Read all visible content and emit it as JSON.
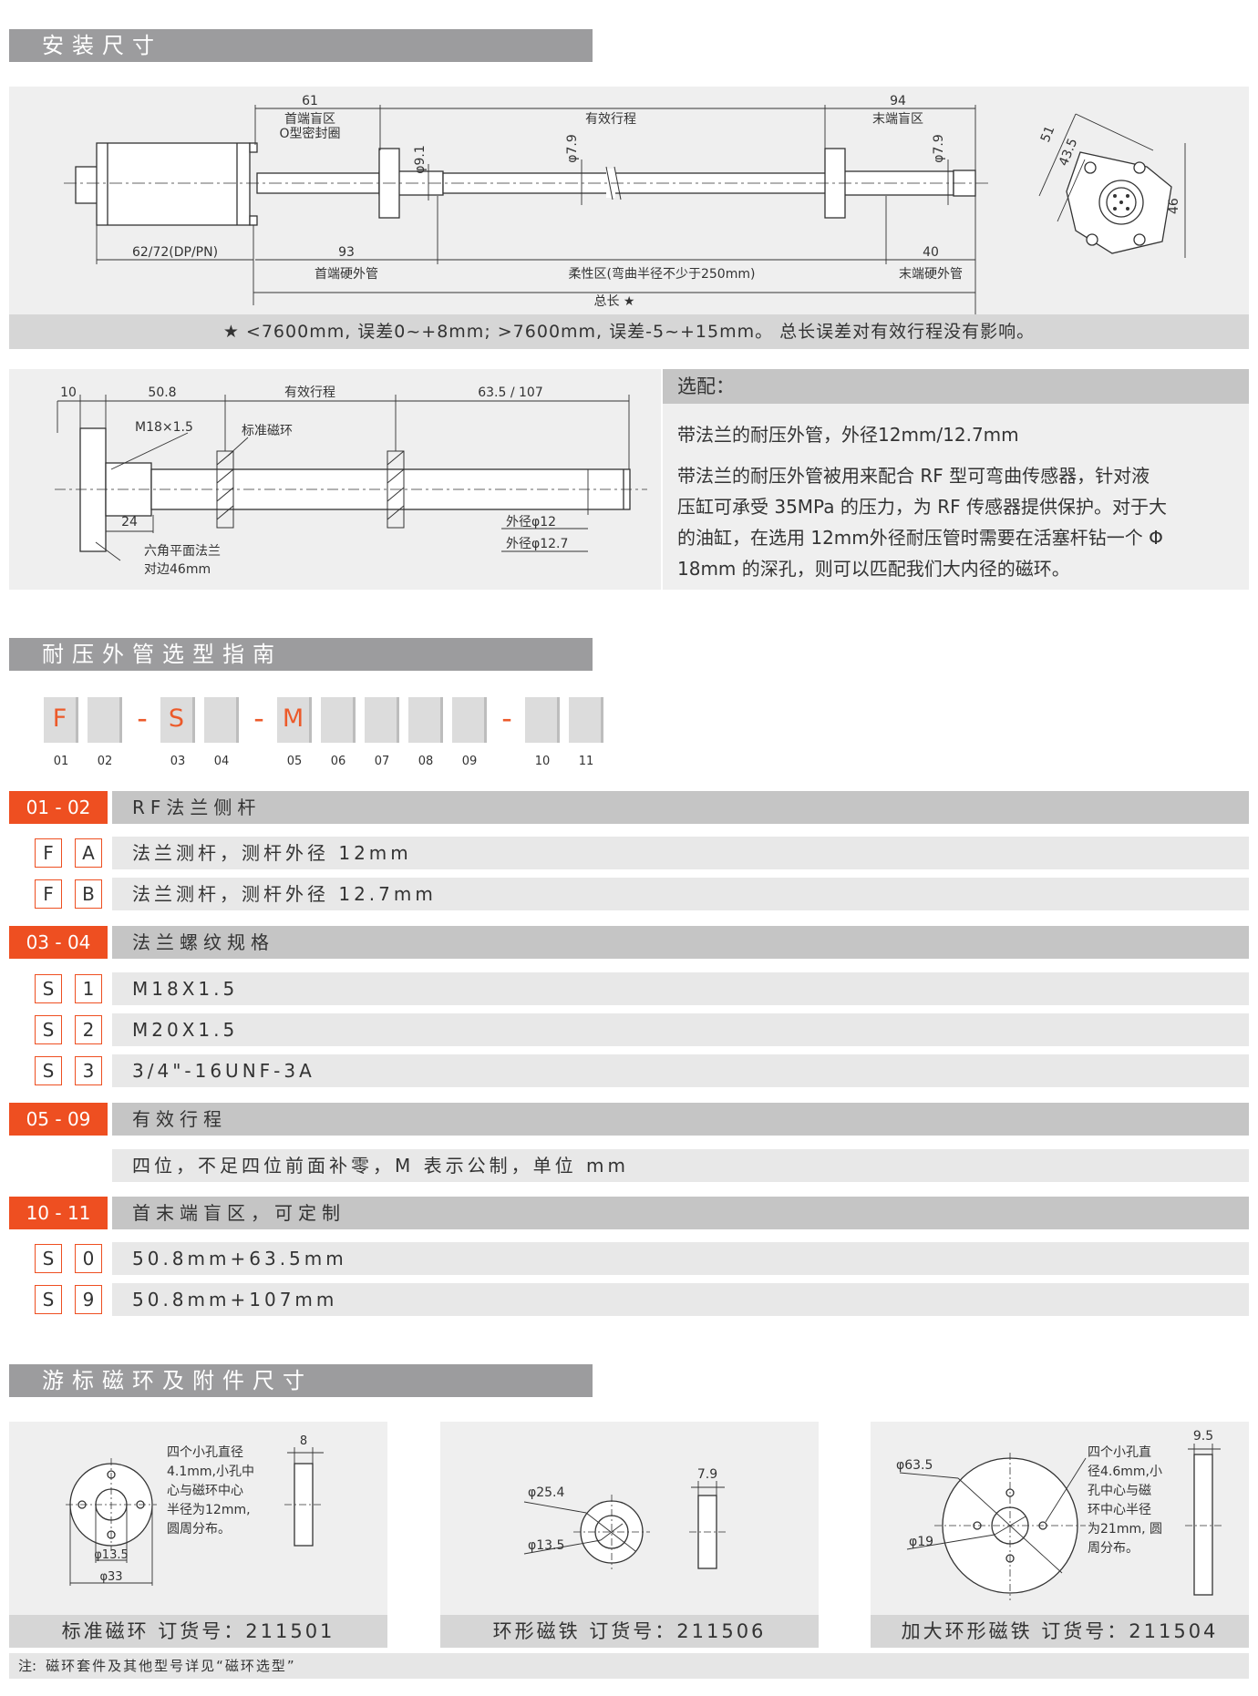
{
  "section1": {
    "title": "安装尺寸",
    "dims": {
      "d61": "61",
      "head_dead": "首端盲区",
      "oring": "O型密封圈",
      "stroke": "有效行程",
      "d94": "94",
      "tail_dead": "末端盲区",
      "phi91": "φ9.1",
      "phi79a": "φ7.9",
      "phi79b": "φ7.9",
      "d6272": "62/72(DP/PN)",
      "d93": "93",
      "head_tube": "首端硬外管",
      "flex": "柔性区(弯曲半径不少于250mm)",
      "d40": "40",
      "tail_tube": "末端硬外管",
      "total": "总长 ★",
      "d51": "51",
      "d435": "43.5",
      "d46": "46"
    },
    "note": "★ <7600mm, 误差0~+8mm; >7600mm, 误差-5~+15mm。  总长误差对有效行程没有影响。"
  },
  "section2": {
    "dims": {
      "d10": "10",
      "d508": "50.8",
      "stroke": "有效行程",
      "d635": "63.5 / 107",
      "thread": "M18×1.5",
      "magnet": "标准磁环",
      "d24": "24",
      "hex1": "六角平面法兰",
      "hex2": "对边46mm",
      "od12": "外径φ12",
      "od127": "外径φ12.7"
    },
    "option_title": "选配：",
    "option_line1": "带法兰的耐压外管，外径12mm/12.7mm",
    "option_para": [
      "带法兰的耐压外管被用来配合 RF 型可弯曲传感器，针对液",
      "压缸可承受 35MPa 的压力，为 RF 传感器提供保护。对于大",
      "的油缸，在选用 12mm外径耐压管时需要在活塞杆钻一个 Φ",
      "18mm 的深孔，则可以匹配我们大内径的磁环。"
    ]
  },
  "section3": {
    "title": "耐压外管选型指南",
    "code_boxes": [
      "F",
      "",
      "S",
      "",
      "M",
      "",
      "",
      "",
      "",
      "",
      ""
    ],
    "code_numbers": [
      "01",
      "02",
      "03",
      "04",
      "05",
      "06",
      "07",
      "08",
      "09",
      "10",
      "11"
    ],
    "dash": "-",
    "groups": [
      {
        "tag": "01 - 02",
        "label": "RF法兰侧杆"
      },
      {
        "tag": "03 - 04",
        "label": "法兰螺纹规格"
      },
      {
        "tag": "05 - 09",
        "label": "有效行程"
      },
      {
        "tag": "10 - 11",
        "label": "首末端盲区，可定制"
      }
    ],
    "options": [
      {
        "a": "F",
        "b": "A",
        "text": "法兰测杆，测杆外径 12mm"
      },
      {
        "a": "F",
        "b": "B",
        "text": "法兰测杆，测杆外径 12.7mm"
      },
      {
        "a": "S",
        "b": "1",
        "text": "M18X1.5"
      },
      {
        "a": "S",
        "b": "2",
        "text": "M20X1.5"
      },
      {
        "a": "S",
        "b": "3",
        "text": "3/4\"-16UNF-3A"
      },
      {
        "text": "四位，不足四位前面补零，M 表示公制，单位 mm"
      },
      {
        "a": "S",
        "b": "0",
        "text": "50.8mm+63.5mm"
      },
      {
        "a": "S",
        "b": "9",
        "text": "50.8mm+107mm"
      }
    ]
  },
  "section4": {
    "title": "游标磁环及附件尺寸",
    "panel1": {
      "desc": [
        "四个小孔直径",
        "4.1mm,小孔中",
        "心与磁环中心",
        "半径为12mm,",
        "圆周分布。"
      ],
      "d8": "8",
      "d135": "φ13.5",
      "d33": "φ33",
      "caption": "标准磁环   订货号：211501"
    },
    "panel2": {
      "d254": "φ25.4",
      "d135": "φ13.5",
      "d79": "7.9",
      "caption": "环形磁铁   订货号：211506"
    },
    "panel3": {
      "d635": "φ63.5",
      "d19": "φ19",
      "d95": "9.5",
      "desc": [
        "四个小孔直",
        "径4.6mm,小",
        "孔中心与磁",
        "环中心半径",
        "为21mm, 圆",
        "周分布。"
      ],
      "caption": "加大环形磁铁   订货号：211504"
    },
    "footnote_label": "注:",
    "footnote": "磁环套件及其他型号详见“磁环选型”"
  },
  "colors": {
    "accent": "#ee4f21",
    "section_gray": "#9c9c9e",
    "panel": "#efefef",
    "bar": "#d6d6d6"
  }
}
